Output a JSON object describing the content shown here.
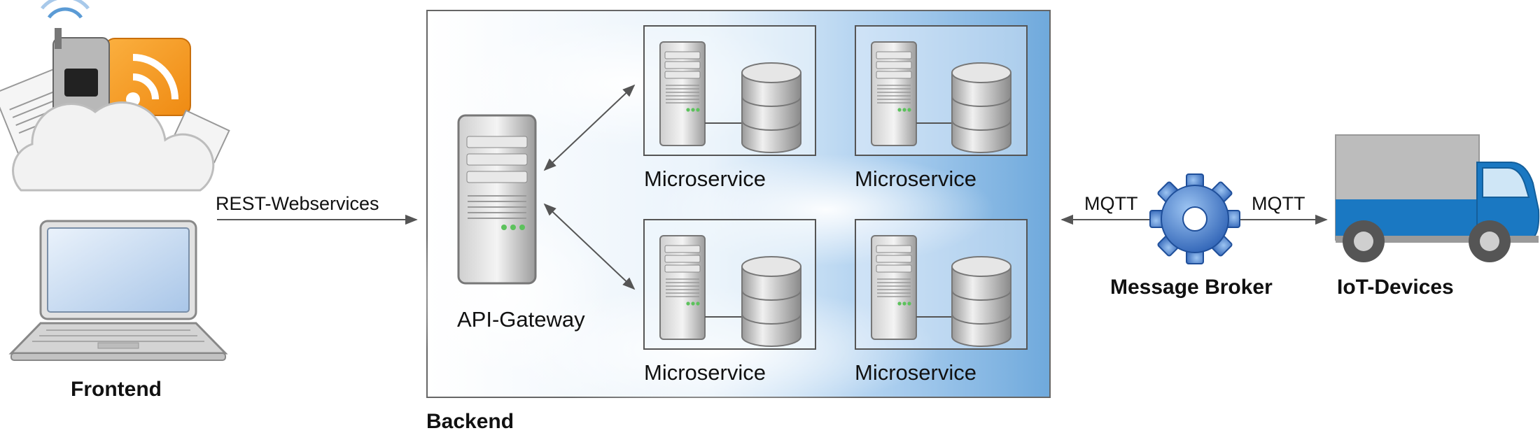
{
  "frontend": {
    "label": "Frontend"
  },
  "rest": {
    "label": "REST-Webservices"
  },
  "backend": {
    "label": "Backend",
    "gateway_label": "API-Gateway",
    "microservices": [
      {
        "label": "Microservice"
      },
      {
        "label": "Microservice"
      },
      {
        "label": "Microservice"
      },
      {
        "label": "Microservice"
      }
    ]
  },
  "broker": {
    "label": "Message Broker",
    "protocol_left": "MQTT",
    "protocol_right": "MQTT"
  },
  "iot": {
    "label": "IoT-Devices"
  },
  "colors": {
    "arrow": "#555555",
    "box_border": "#555555",
    "gear": "#3a72c8",
    "truck_blue": "#1a78c2",
    "truck_gray": "#b5b5b5",
    "sky": "#7fb6e2"
  }
}
